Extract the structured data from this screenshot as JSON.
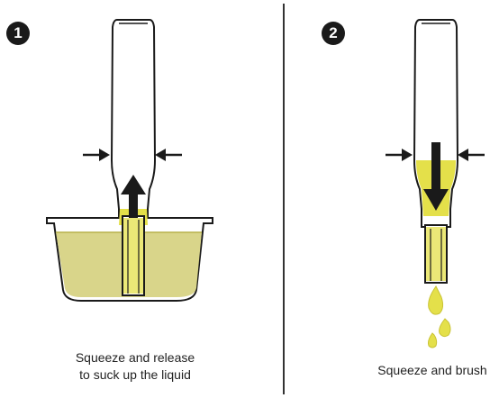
{
  "steps": [
    {
      "number": "1",
      "caption_lines": [
        "Squeeze and release",
        "to suck up the liquid"
      ]
    },
    {
      "number": "2",
      "caption_lines": [
        "Squeeze and brush"
      ]
    }
  ],
  "colors": {
    "liquid": "#e4e04a",
    "liquid_dark": "#c9c334",
    "outline": "#1a1a1a",
    "bowl_fill": "#d9d58a"
  },
  "icons": [
    "squeeze-left-arrow-icon",
    "squeeze-right-arrow-icon",
    "up-arrow-icon",
    "down-arrow-icon"
  ]
}
